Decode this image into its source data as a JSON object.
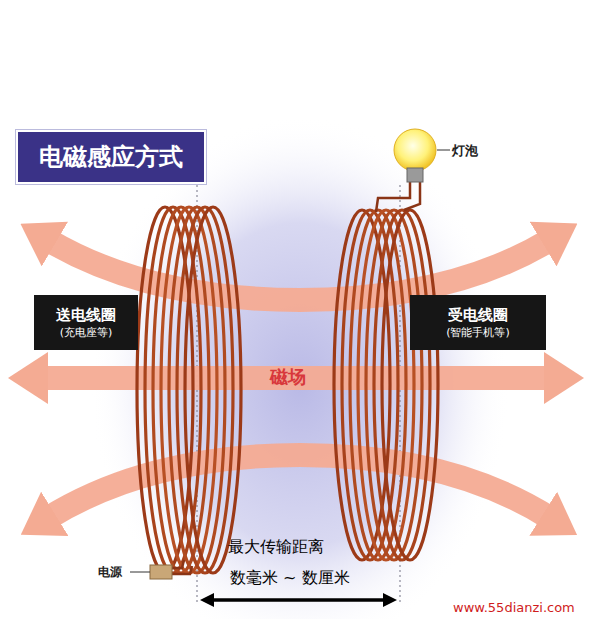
{
  "diagram": {
    "title": "电磁感应方式",
    "nodes": [
      {
        "text": [
          "送电线圈",
          "(充电座等)"
        ]
      },
      {
        "text": [
          "受电线圈",
          "(智能手机等)"
        ]
      }
    ],
    "labels": [
      "磁场",
      "灯泡",
      "电源",
      "最大传输距离",
      "数毫米 ~ 数厘米",
      "www.55dianzi.com"
    ]
  }
}
